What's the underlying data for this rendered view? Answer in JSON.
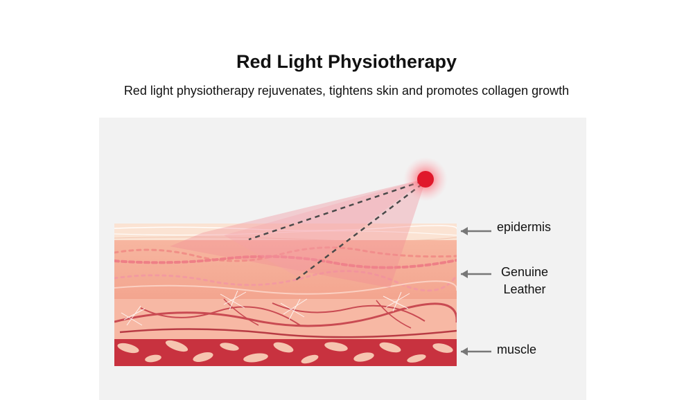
{
  "header": {
    "title": "Red Light Physiotherapy",
    "subtitle": "Red light physiotherapy rejuvenates, tightens skin and promotes collagen growth"
  },
  "layers": {
    "epidermis": "epidermis",
    "genuine_line1": "Genuine",
    "genuine_line2": "Leather",
    "muscle": "muscle"
  },
  "colors": {
    "panel_background": "#f2f2f2",
    "light_source": "#e0182b",
    "beam": "#f08a94",
    "muscle": "#c8323f",
    "arrow": "#777777"
  }
}
